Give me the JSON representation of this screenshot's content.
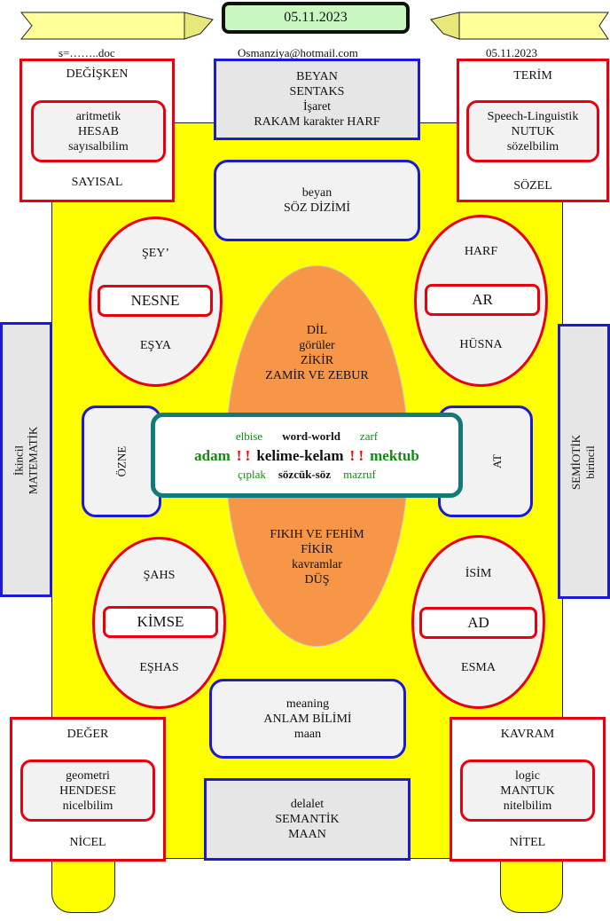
{
  "header": {
    "date_box": "05.11.2023",
    "file_label": "s=……..doc",
    "email": "Osmanziya@hotmail.com",
    "date_right": "05.11.2023"
  },
  "top_left_box": {
    "title": "DEĞİŞKEN",
    "inner": [
      "aritmetik",
      "HESAB",
      "sayısalbilim"
    ],
    "bottom": "SAYISAL"
  },
  "top_center_box": {
    "lines": [
      "BEYAN",
      "SENTAKS",
      "İşaret",
      "RAKAM karakter HARF"
    ]
  },
  "top_right_box": {
    "title": "TERİM",
    "inner": [
      "Speech-Linguistik",
      "NUTUK",
      "sözelbilim"
    ],
    "bottom": "SÖZEL"
  },
  "soz_dizimi_box": {
    "lines": [
      "beyan",
      "SÖZ DİZİMİ"
    ]
  },
  "ellipse_top_left": {
    "top": "ŞEY’",
    "label": "NESNE",
    "bottom": "EŞYA"
  },
  "ellipse_top_right": {
    "top": "HARF",
    "label": "AR",
    "bottom": "HÜSNA"
  },
  "ellipse_bottom_left": {
    "top": "ŞAHS",
    "label": "KİMSE",
    "bottom": "EŞHAS"
  },
  "ellipse_bottom_right": {
    "top": "İSİM",
    "label": "AD",
    "bottom": "ESMA"
  },
  "orange_top": {
    "lines": [
      "DİL",
      "görüler",
      "ZİKİR",
      "ZAMİR VE ZEBUR"
    ]
  },
  "orange_bottom": {
    "lines": [
      "FIKIH VE FEHİM",
      "FİKİR",
      "kavramlar",
      "DÜŞ"
    ]
  },
  "left_side": {
    "line1": "İkincil",
    "line2": "MATEMATİK"
  },
  "right_side": {
    "line1": "SEMİOTİK",
    "line2": "birincil"
  },
  "ozne_box": {
    "label": "ÖZNE"
  },
  "at_box": {
    "label": "AT"
  },
  "center_box": {
    "row1": {
      "left": "elbise",
      "middle": "word-world",
      "right": "zarf"
    },
    "row2": {
      "left": "adam",
      "excl1": "! !",
      "middle": "kelime-kelam",
      "excl2": "! !",
      "right": "mektub"
    },
    "row3": {
      "left": "çıplak",
      "middle": "sözcük-söz",
      "right": "mazruf"
    }
  },
  "anlam_box": {
    "lines": [
      "meaning",
      "ANLAM BİLİMİ",
      "maan"
    ]
  },
  "bottom_left_box": {
    "title": "DEĞER",
    "inner": [
      "geometri",
      "HENDESE",
      "nicelbilim"
    ],
    "bottom": "NİCEL"
  },
  "bottom_center_box": {
    "lines": [
      "delalet",
      "SEMANTİK",
      "MAAN"
    ]
  },
  "bottom_right_box": {
    "title": "KAVRAM",
    "inner": [
      "logic",
      "MANTUK",
      "nitelbilim"
    ],
    "bottom": "NİTEL"
  },
  "colors": {
    "red": "#e8000f",
    "blue": "#1a1ad8",
    "yellow": "#ffff00",
    "orange": "#f79646",
    "teal": "#127a78",
    "green": "#148a14"
  }
}
